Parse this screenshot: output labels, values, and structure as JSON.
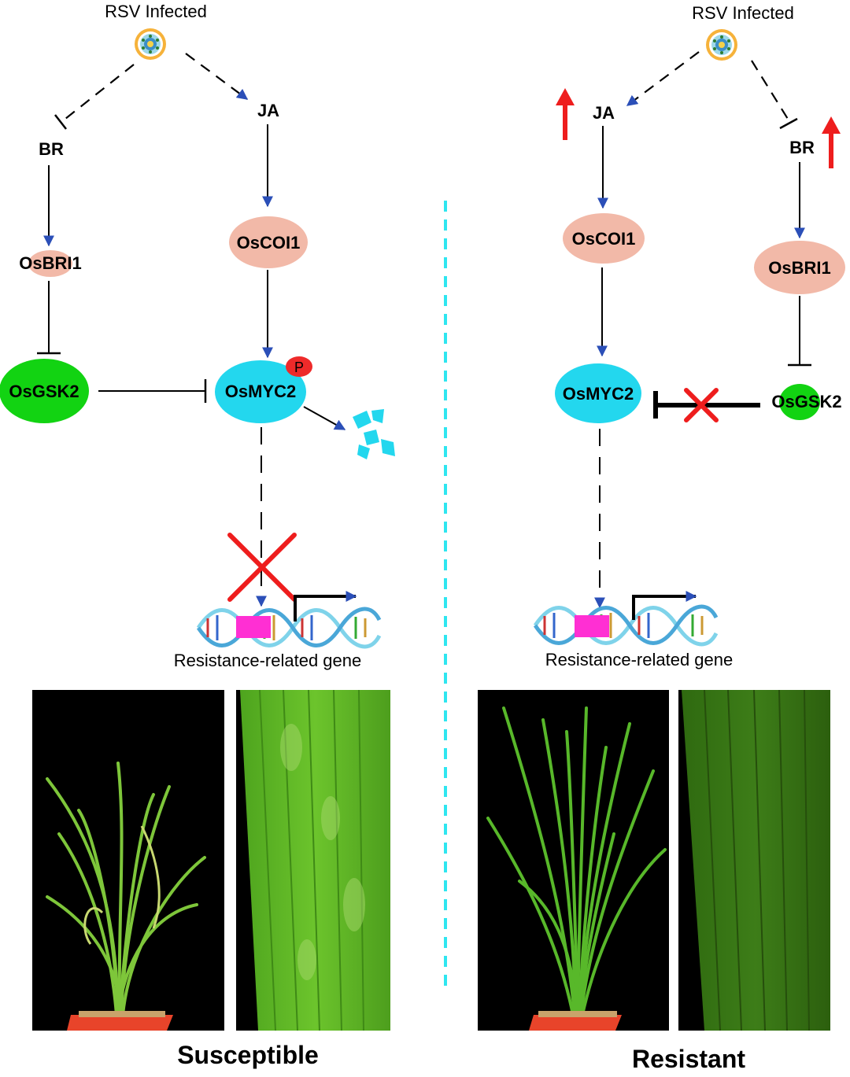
{
  "left_panel": {
    "virus_label": "RSV  Infected",
    "nodes": {
      "br": "BR",
      "ja": "JA",
      "osbri1": "OsBRI1",
      "oscoi1": "OsCOI1",
      "osgsk2": "OsGSK2",
      "osmyc2": "OsMYC2",
      "phospho": "P"
    },
    "gene_label": "Resistance-related  gene",
    "caption": "Susceptible"
  },
  "right_panel": {
    "virus_label": "RSV  Infected",
    "nodes": {
      "ja": "JA",
      "br": "BR",
      "oscoi1": "OsCOI1",
      "osbri1": "OsBRI1",
      "osmyc2": "OsMYC2",
      "osgsk2": "OsGSK2"
    },
    "gene_label": "Resistance-related  gene",
    "caption": "Resistant"
  },
  "colors": {
    "salmon_node": "#f2b9a8",
    "cyan_node": "#23d7ee",
    "green_node": "#12d312",
    "arrowhead": "#2b4fb8",
    "up_arrow": "#ee1d1d",
    "cross": "#ee1d1d",
    "promoter_box": "#ff2fd3",
    "divider": "#2ee6f0",
    "photo_bg": "#000000"
  },
  "icons": [
    "virus-icon",
    "dna-icon",
    "degradation-fragments-icon",
    "up-arrow-icon",
    "cross-icon"
  ]
}
